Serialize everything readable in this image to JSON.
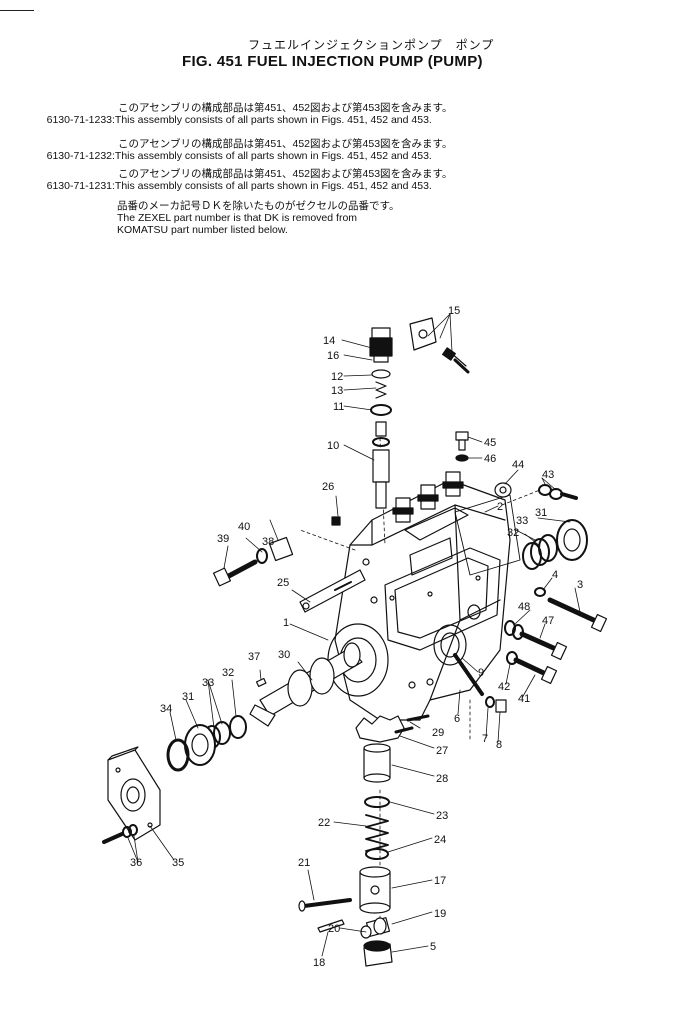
{
  "header": {
    "title_jp": "フュエルインジェクションポンプ　ポンプ",
    "title_en": "FIG. 451  FUEL INJECTION PUMP (PUMP)"
  },
  "assemblies": [
    {
      "jp": "このアセンブリの構成部品は第451、452図および第453図を含みます。",
      "part_no": "6130-71-1233",
      "en": ":This assembly consists of all parts shown in Figs. 451, 452 and 453."
    },
    {
      "jp": "このアセンブリの構成部品は第451、452図および第453図を含みます。",
      "part_no": "6130-71-1232",
      "en": ":This assembly consists of all parts shown in Figs. 451, 452 and 453."
    },
    {
      "jp": "このアセンブリの構成部品は第451、452図および第453図を含みます。",
      "part_no": "6130-71-1231",
      "en": ":This assembly consists of all parts shown in Figs. 451, 452 and 453."
    }
  ],
  "zexel_note": {
    "jp": "品番のメーカ記号ＤＫを除いたものがゼクセルの品番です。",
    "en1": "The ZEXEL part number is that DK is removed from",
    "en2": "KOMATSU part number listed below."
  },
  "callouts": {
    "c1": "1",
    "c2": "2",
    "c3": "3",
    "c4": "4",
    "c5": "5",
    "c6": "6",
    "c7": "7",
    "c8": "8",
    "c9": "9",
    "c10": "10",
    "c11": "11",
    "c12": "12",
    "c13": "13",
    "c14": "14",
    "c15": "15",
    "c16": "16",
    "c17": "17",
    "c18": "18",
    "c19": "19",
    "c20": "20",
    "c21": "21",
    "c22": "22",
    "c23": "23",
    "c24": "24",
    "c25": "25",
    "c26": "26",
    "c27": "27",
    "c28": "28",
    "c29": "29",
    "c30": "30",
    "c31a": "31",
    "c31b": "31",
    "c32a": "32",
    "c32b": "32",
    "c33a": "33",
    "c33b": "33",
    "c34": "34",
    "c35": "35",
    "c36": "36",
    "c37": "37",
    "c38": "38",
    "c39": "39",
    "c40": "40",
    "c41": "41",
    "c42": "42",
    "c43": "43",
    "c44": "44",
    "c45": "45",
    "c46": "46",
    "c47": "47",
    "c48": "48"
  }
}
